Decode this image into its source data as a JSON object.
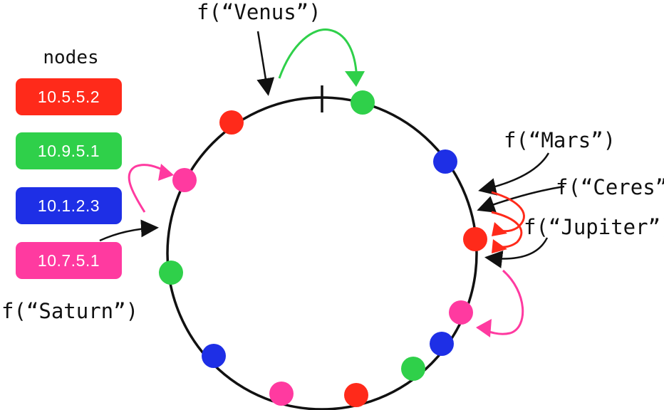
{
  "legend": {
    "title": "nodes",
    "nodes": [
      {
        "ip": "10.5.5.2",
        "color": "#ff2a1a"
      },
      {
        "ip": "10.9.5.1",
        "color": "#2fd04a"
      },
      {
        "ip": "10.1.2.3",
        "color": "#1e2fe6"
      },
      {
        "ip": "10.7.5.1",
        "color": "#ff3aa0"
      }
    ]
  },
  "keys": {
    "venus": "f(“Venus”)",
    "mars": "f(“Mars”)",
    "ceres": "f(“Ceres”)",
    "jupiter": "f(“Jupiter”)",
    "saturn": "f(“Saturn”)"
  },
  "colors": {
    "red": "#ff2a1a",
    "green": "#2fd04a",
    "blue": "#1e2fe6",
    "pink": "#ff3aa0",
    "ring": "#111111"
  }
}
